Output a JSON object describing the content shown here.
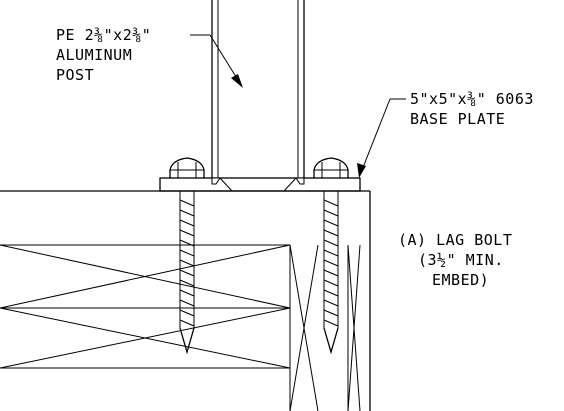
{
  "callouts": {
    "post": {
      "line1": "PE 2⅜\"x2⅜\"",
      "line2": "ALUMINUM",
      "line3": "POST"
    },
    "base_plate": {
      "line1": "5\"x5\"x⅜\" 6063",
      "line2": "BASE PLATE"
    },
    "lag_bolt": {
      "line1": "(A) LAG BOLT",
      "line2": "(3½\" MIN.",
      "line3": "EMBED)"
    }
  },
  "colors": {
    "ink": "#000000",
    "paper": "#ffffff"
  }
}
